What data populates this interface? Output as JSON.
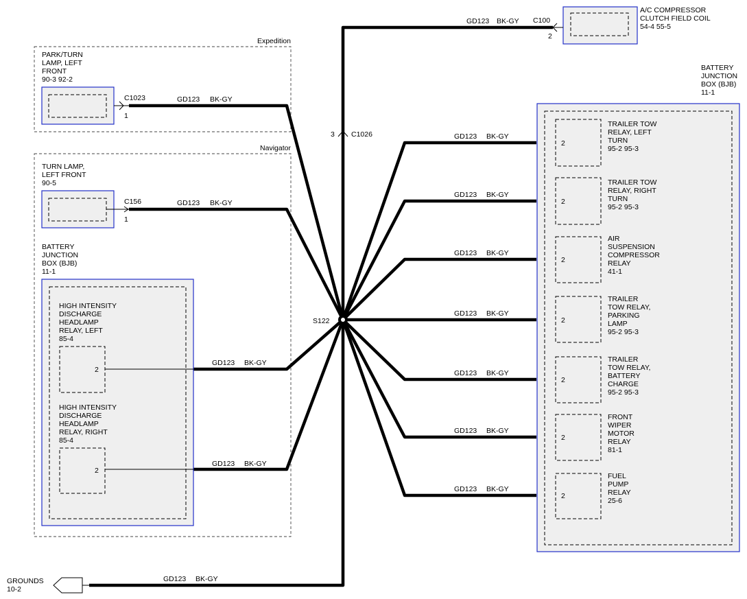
{
  "wire": {
    "circuit": "GD123",
    "color": "BK-GY"
  },
  "splice": {
    "label": "S122"
  },
  "grounds": {
    "name": "GROUNDS",
    "ref": "10-2"
  },
  "sections": {
    "expedition": "Expedition",
    "navigator": "Navigator"
  },
  "ac_compressor": {
    "name_line1": "A/C COMPRESSOR",
    "name_line2": "CLUTCH FIELD COIL",
    "ref": "54-4  55-5",
    "connector": "C100",
    "pin": "2"
  },
  "inline_connector": {
    "pin": "3",
    "name": "C1026"
  },
  "park_turn_lamp": {
    "lines": [
      "PARK/TURN",
      "LAMP, LEFT",
      "FRONT",
      "90-3    92-2"
    ],
    "connector": "C1023",
    "pin": "1"
  },
  "turn_lamp": {
    "lines": [
      "TURN LAMP,",
      "LEFT FRONT",
      "90-5"
    ],
    "connector": "C156",
    "pin": "1"
  },
  "bjb_left": {
    "lines": [
      "BATTERY",
      "JUNCTION",
      "BOX (BJB)",
      "11-1"
    ],
    "relays": [
      {
        "lines": [
          "HIGH INTENSITY",
          "DISCHARGE",
          "HEADLAMP",
          "RELAY, LEFT",
          "85-4"
        ],
        "pin": "2"
      },
      {
        "lines": [
          "HIGH INTENSITY",
          "DISCHARGE",
          "HEADLAMP",
          "RELAY, RIGHT",
          "85-4"
        ],
        "pin": "2"
      }
    ]
  },
  "bjb_right": {
    "lines": [
      "BATTERY",
      "JUNCTION",
      "BOX (BJB)",
      "11-1"
    ],
    "relays": [
      {
        "lines": [
          "TRAILER TOW",
          "RELAY, LEFT",
          "TURN",
          "95-2  95-3"
        ],
        "pin": "2"
      },
      {
        "lines": [
          "TRAILER TOW",
          "RELAY, RIGHT",
          "TURN",
          "95-2  95-3"
        ],
        "pin": "2"
      },
      {
        "lines": [
          "AIR",
          "SUSPENSION",
          "COMPRESSOR",
          "RELAY",
          "41-1"
        ],
        "pin": "2"
      },
      {
        "lines": [
          "TRAILER",
          "TOW RELAY,",
          "PARKING",
          "LAMP",
          "95-2  95-3"
        ],
        "pin": "2"
      },
      {
        "lines": [
          "TRAILER",
          "TOW RELAY,",
          "BATTERY",
          "CHARGE",
          "95-2  95-3"
        ],
        "pin": "2"
      },
      {
        "lines": [
          "FRONT",
          "WIPER",
          "MOTOR",
          "RELAY",
          "81-1"
        ],
        "pin": "2"
      },
      {
        "lines": [
          "FUEL",
          "PUMP",
          "RELAY",
          "25-6"
        ],
        "pin": "2"
      }
    ]
  }
}
